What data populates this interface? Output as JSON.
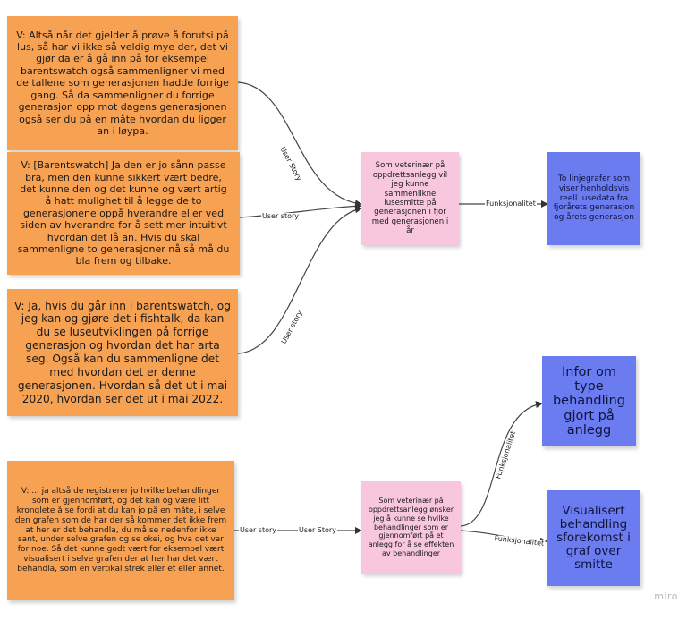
{
  "notes": {
    "orange_1": "V: Altså når det gjelder å prøve å forutsi på lus, så har vi ikke så veldig mye der, det vi gjør da er å gå inn på for eksempel barentswatch også sammenligner vi med de tallene som generasjonen hadde forrige gang. Så da sammenligner du forrige generasjon opp mot dagens generasjonen også ser du på en måte hvordan du ligger an i løypa.",
    "orange_2": "V: [Barentswatch] Ja den er jo sånn passe bra, men den kunne sikkert vært bedre, det kunne den og det kunne og vært artig å hatt mulighet til å legge de to generasjonene oppå hverandre eller ved siden av hverandre for å sett mer intuitivt hvordan det lå an. Hvis du skal sammenligne to generasjoner nå så må du bla frem og tilbake.",
    "orange_3": "V: Ja, hvis du går inn i barentswatch, og jeg kan og gjøre det i fishtalk, da kan du se luseutviklingen på forrige generasjon og hvordan det har arta seg. Også kan du sammenligne det med hvordan det er denne generasjonen. Hvordan så det ut i mai 2020, hvordan ser det ut i mai 2022.",
    "orange_4": "V: ... ja altså de registrerer jo hvilke behandlinger som er gjennomført, og det kan og være litt kronglete å se fordi at du kan jo på en måte, i selve den grafen som de har der så kommer det ikke frem at her er det behandla, du må se nedenfor ikke sant, under selve grafen og se okei, og hva det var for noe. Så det kunne godt vært for eksempel vært visualisert i selve grafen der at her har det vært behandla, som en vertikal strek eller et eller annet.",
    "pink_1": "Som veterinær på oppdrettsanlegg vil jeg kunne sammenlikne lusesmitte på generasjonen i fjor med generasjonen i år",
    "pink_2": "Som veterinær på oppdrettsanlegg ønsker jeg å kunne se hvilke behandlinger som er gjennomført på et anlegg for å se effekten av behandlinger",
    "blue_1": "To linjegrafer som viser henholdsvis reell lusedata fra fjorårets generasjon og årets generasjon",
    "blue_2": "Infor om type behandling gjort på anlegg",
    "blue_3": "Visualisert behandling sforekomst i graf over smitte"
  },
  "labels": {
    "user_story_1": "User Story",
    "user_story_2": "User story",
    "user_story_3": "User story",
    "funk_1": "Funksjonalitet",
    "user_story_4": "User story",
    "user_story_5": "User Story",
    "funk_2": "Funksjonalitet",
    "funk_3": "Funksjonalitet"
  },
  "watermark": "miro",
  "colors": {
    "orange": "#f7a153",
    "pink": "#f8c7de",
    "blue": "#6a7cf0"
  }
}
